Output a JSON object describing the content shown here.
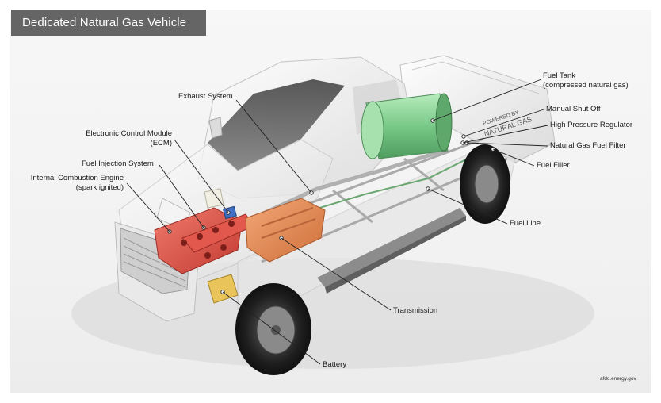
{
  "title": "Dedicated Natural Gas Vehicle",
  "labels": {
    "fuel_tank": "Fuel Tank",
    "fuel_tank_sub": "(compressed natural gas)",
    "manual_shut_off": "Manual Shut Off",
    "high_pressure_regulator": "High Pressure Regulator",
    "natural_gas_fuel_filter": "Natural Gas Fuel Filter",
    "fuel_filler": "Fuel Filler",
    "fuel_line": "Fuel Line",
    "transmission": "Transmission",
    "battery": "Battery",
    "exhaust_system": "Exhaust System",
    "ecm_line1": "Electronic Control Module",
    "ecm_line2": "(ECM)",
    "fuel_injection_system": "Fuel Injection System",
    "ice_line1": "Internal Combustion Engine",
    "ice_line2": "(spark ignited)"
  },
  "truck_decal": {
    "line1": "POWERED BY",
    "line2": "NATURAL GAS"
  },
  "credit": "afdc.energy.gov",
  "colors": {
    "title_bg": "#656565",
    "engine_red": "#d94a3f",
    "transmission_orange": "#e0864f",
    "tank_green": "#7fcf8a",
    "ecm_blue": "#3f6fc6",
    "battery_yellow": "#e9c45a"
  }
}
